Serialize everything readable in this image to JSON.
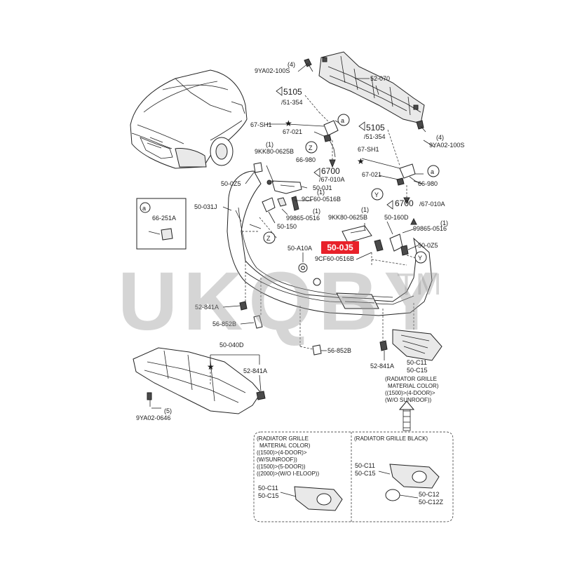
{
  "colors": {
    "highlight_bg": "#e8212a",
    "highlight_text": "#ffffff",
    "line": "#222222",
    "watermark": "#9a9a9a"
  },
  "watermark": {
    "text": "UKQBY",
    "tm": "TM"
  },
  "highlight": {
    "part": "50-0J5"
  },
  "labels": {
    "q4_top": "(4)",
    "bolt_top": "9YA02-100S",
    "reinforcement": "52-070",
    "ref5105_a_num": "5105",
    "ref5105_a_sub": "/51-354",
    "ref5105_b_num": "5105",
    "ref5105_b_sub": "/51-354",
    "sh1_left": "67-SH1",
    "sh1_right": "67-SH1",
    "p67021_left": "67-021",
    "p67021_right": "67-021",
    "q4_right": "(4)",
    "bolt_right": "9YA02-100S",
    "q1_a": "(1)",
    "p9kk80_left": "9KK80-0625B",
    "p66980_left": "66-980",
    "ref6700_a_num": "6700",
    "ref6700_a_sub": "/67-010A",
    "p66980_right": "66-980",
    "ref6700_b_num": "6700",
    "ref6700_b_sub": "/67-010A",
    "p500z5_left": "50-0Z5",
    "p500j1": "50-0J1",
    "q1_b": "(1)",
    "p9cf60_top": "9CF60-0516B",
    "bumper": "50-031J",
    "q1_c": "(1)",
    "p99865_left": "99865-0516",
    "p50150": "50-150",
    "q1_d": "(1)",
    "p9kk80_right": "9KK80-0625B",
    "p50160d": "50-160D",
    "q1_e": "(1)",
    "p99865_right": "99865-0516",
    "p500z5_right": "50-0Z5",
    "p50a10a": "50-A10A",
    "p9cf60_mid": "9CF60-0516B",
    "p52841a_left": "52-841A",
    "p56852b_left": "56-852B",
    "p56852b_mid": "56-852B",
    "p52841a_mid": "52-841A",
    "p500c11": "50-C11",
    "p500c15": "50-C15",
    "grille_note_1": "(RADIATOR GRILLE",
    "grille_note_2": "MATERIAL COLOR)",
    "grille_note_3": "((1500)>(4-DOOR)>",
    "grille_note_4": "(W/O SUNROOF))",
    "p50040d": "50-040D",
    "p52841a_under": "52-841A",
    "q5": "(5)",
    "p9ya02_0646": "9YA02-0646",
    "inset_a_circle": "a",
    "inset_a_part": "66-251A",
    "callout_a": "a",
    "callout_z": "Z",
    "callout_y": "Y",
    "box_left_1": "(RADIATOR GRILLE",
    "box_left_2": "MATERIAL COLOR)",
    "box_left_3": "((1500)>(4-DOOR)>",
    "box_left_4": "(W/SUNROOF))",
    "box_left_5": "((1500)>(5-DOOR))",
    "box_left_6": "((2000)>(W/O I-ELOOP))",
    "box_left_c11": "50-C11",
    "box_left_c15": "50-C15",
    "box_right_title": "(RADIATOR GRILLE BLACK)",
    "box_right_c11": "50-C11",
    "box_right_c15": "50-C15",
    "box_right_c12": "50-C12",
    "box_right_c12z": "50-C12Z"
  }
}
